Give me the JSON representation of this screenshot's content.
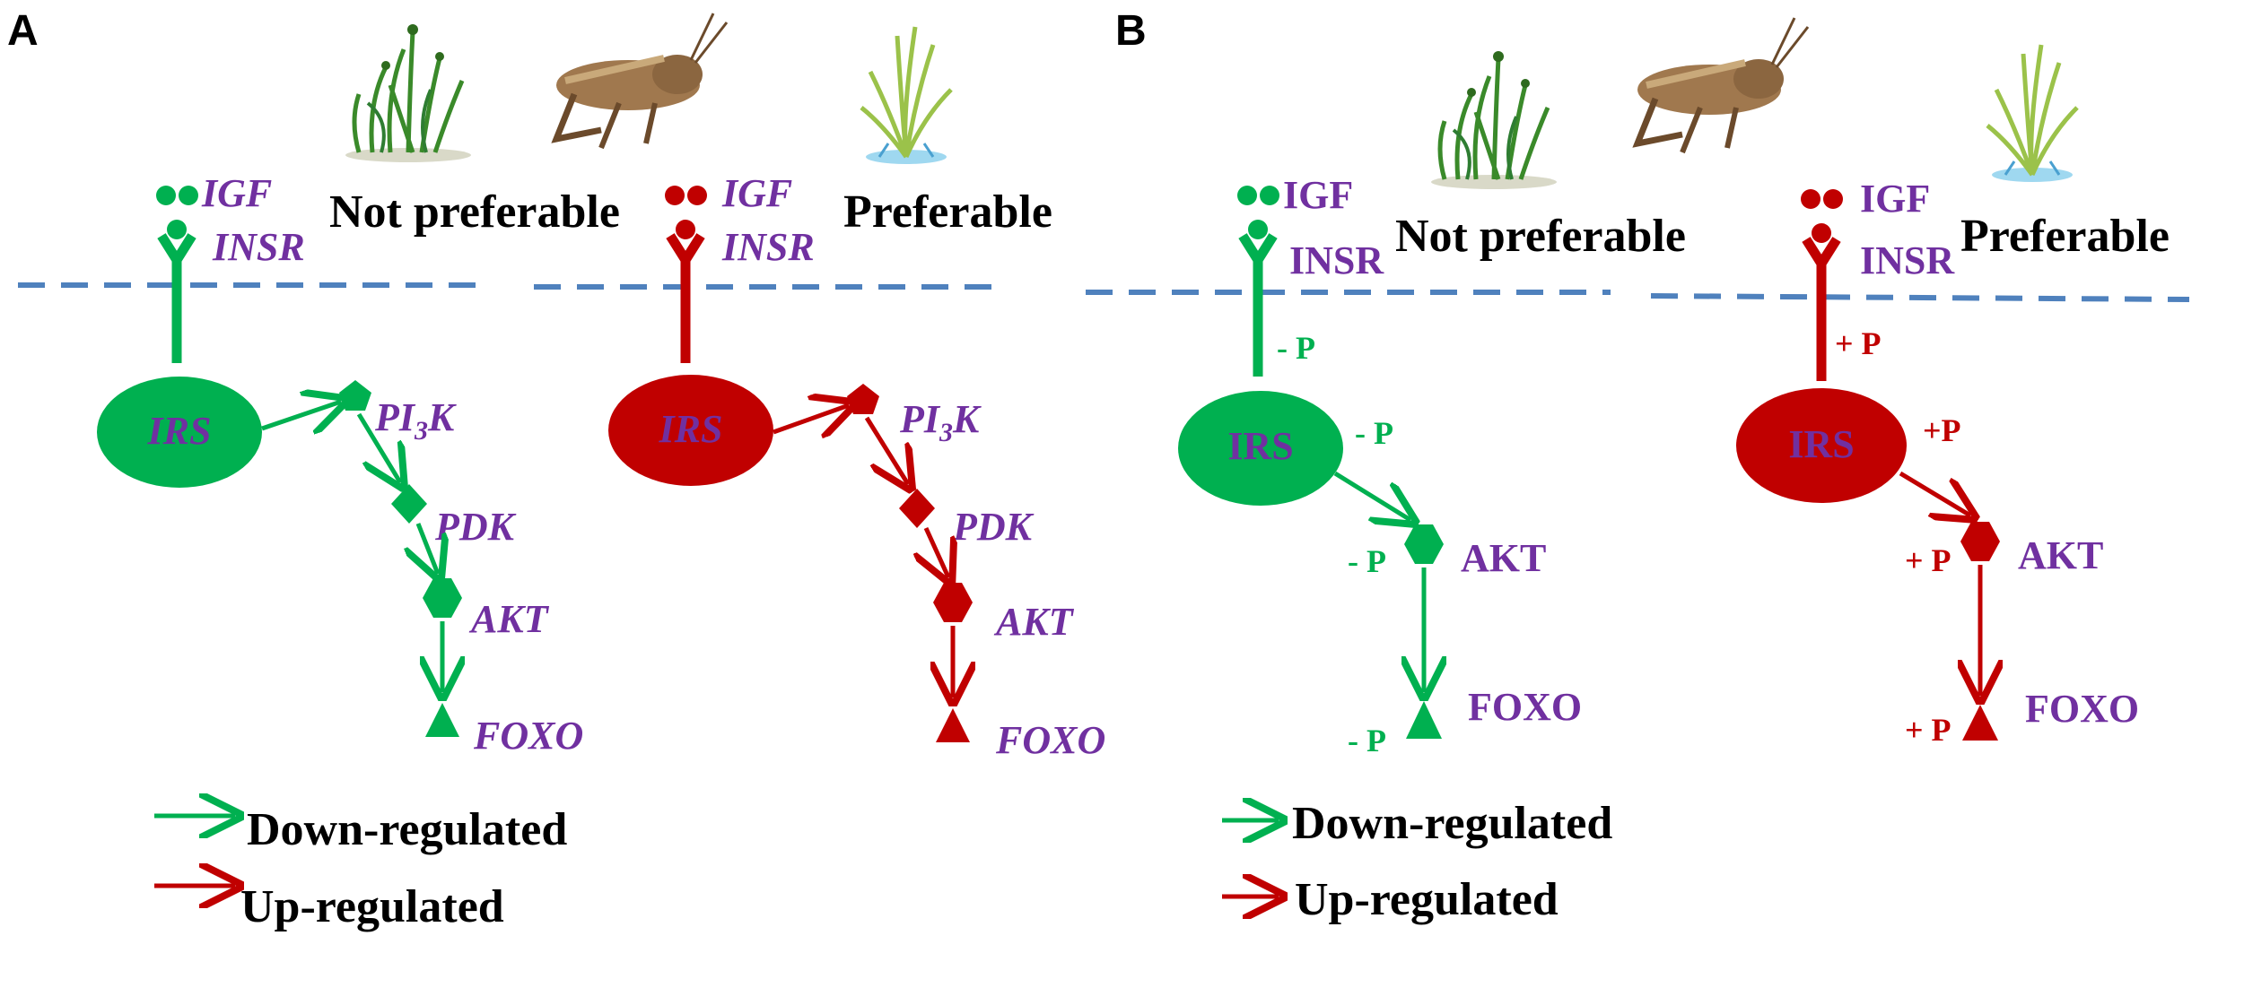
{
  "colors": {
    "green": "#00b050",
    "red": "#c00000",
    "label_purple": "#7030a0",
    "membrane_blue": "#4f81bd"
  },
  "panel_a": {
    "letter": "A",
    "left": {
      "caption": "Not preferable",
      "igf": "IGF",
      "insr": "INSR",
      "irs": "IRS",
      "pi3k_main": "PI",
      "pi3k_sub": "3",
      "pi3k_tail": "K",
      "pdk": "PDK",
      "akt": "AKT",
      "foxo": "FOXO"
    },
    "right": {
      "caption": "Preferable",
      "igf": "IGF",
      "insr": "INSR",
      "irs": "IRS",
      "pi3k_main": "PI",
      "pi3k_sub": "3",
      "pi3k_tail": "K",
      "pdk": "PDK",
      "akt": "AKT",
      "foxo": "FOXO"
    },
    "legend": {
      "down": "Down-regulated",
      "up": "Up-regulated"
    }
  },
  "panel_b": {
    "letter": "B",
    "left": {
      "caption": "Not preferable",
      "igf": "IGF",
      "insr": "INSR",
      "irs": "IRS",
      "akt": "AKT",
      "foxo": "FOXO",
      "p_receptor": "- P",
      "p_irs": "- P",
      "p_akt": "- P",
      "p_foxo": "- P"
    },
    "right": {
      "caption": "Preferable",
      "igf": "IGF",
      "insr": "INSR",
      "irs": "IRS",
      "akt": "AKT",
      "foxo": "FOXO",
      "p_receptor": "+ P",
      "p_irs": "+P",
      "p_akt": "+ P",
      "p_foxo": "+ P"
    },
    "legend": {
      "down": "Down-regulated",
      "up": "Up-regulated"
    }
  },
  "icons": [
    "grass-plant-icon",
    "grasshopper-icon",
    "preferred-grass-icon"
  ]
}
